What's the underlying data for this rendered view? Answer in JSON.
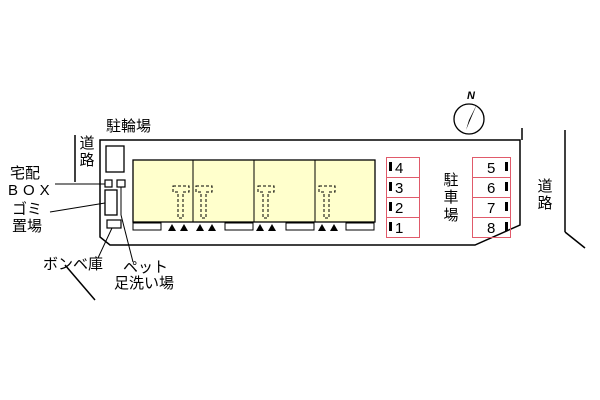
{
  "labels": {
    "road_left": "道路",
    "road_right": "道路",
    "bicycle_parking": "駐輪場",
    "delivery_box_line1": "宅配",
    "delivery_box_line2": "BOX",
    "garbage_line1": "ゴミ",
    "garbage_line2": "置場",
    "gas_cylinder_storage": "ボンベ庫",
    "pet_wash_line1": "ペット",
    "pet_wash_line2": "足洗い場",
    "parking": "駐車場"
  },
  "compass": {
    "north_label": "N"
  },
  "parking_spaces_left": [
    "4",
    "3",
    "2",
    "1"
  ],
  "parking_spaces_right": [
    "5",
    "6",
    "7",
    "8"
  ],
  "colors": {
    "building_fill": "#ffffcc",
    "parking_stroke": "#e05a6a",
    "outline": "#000000"
  }
}
